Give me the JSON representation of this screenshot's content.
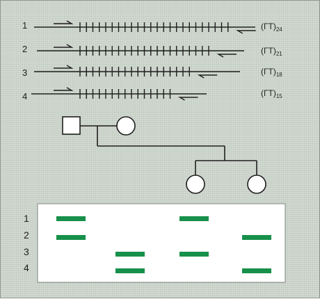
{
  "colors": {
    "line": "#1e1e1e",
    "band": "#16904a",
    "gel_background": "#ffffff",
    "canvas_background": "#d4dcd3"
  },
  "strands": [
    {
      "number": "1",
      "repeat": "(ГТ)",
      "count": "24",
      "ticks": 24
    },
    {
      "number": "2",
      "repeat": "(ГТ)",
      "count": "21",
      "ticks": 21
    },
    {
      "number": "3",
      "repeat": "(ГТ)",
      "count": "18",
      "ticks": 18
    },
    {
      "number": "4",
      "repeat": "(ГТ)",
      "count": "15",
      "ticks": 15
    }
  ],
  "pedigree": {
    "father": "square",
    "mother": "circle",
    "children": [
      "circle",
      "circle"
    ]
  },
  "gel": {
    "row_labels": [
      "1",
      "2",
      "3",
      "4"
    ],
    "lanes": [
      {
        "bands": [
          "1",
          "2"
        ]
      },
      {
        "bands": [
          "3",
          "4"
        ]
      },
      {
        "bands": [
          "1",
          "3"
        ]
      },
      {
        "bands": [
          "2",
          "4"
        ]
      }
    ]
  }
}
